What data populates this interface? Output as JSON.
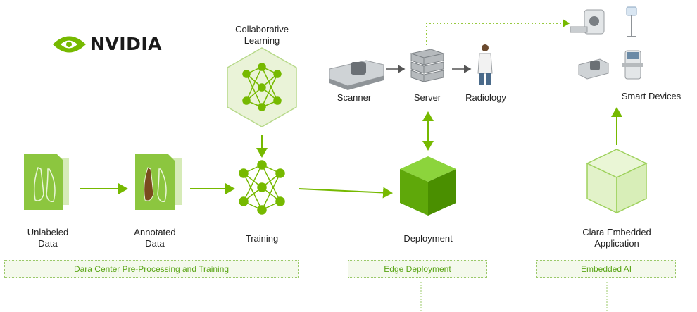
{
  "brand": {
    "name": "NVIDIA"
  },
  "colors": {
    "accent": "#76b900",
    "accent_dark": "#4e8f00",
    "section_bg": "#f4f9ec"
  },
  "nodes": {
    "collaborative": "Collaborative\nLearning",
    "unlabeled": "Unlabeled\nData",
    "annotated": "Annotated\nData",
    "training": "Training",
    "deployment": "Deployment",
    "clara": "Clara Embedded\nApplication",
    "scanner": "Scanner",
    "server": "Server",
    "radiology": "Radiology",
    "smart_devices": "Smart Devices"
  },
  "sections": {
    "data_center": "Dara Center Pre-Processing and Training",
    "edge": "Edge Deployment",
    "embedded": "Embedded AI"
  }
}
